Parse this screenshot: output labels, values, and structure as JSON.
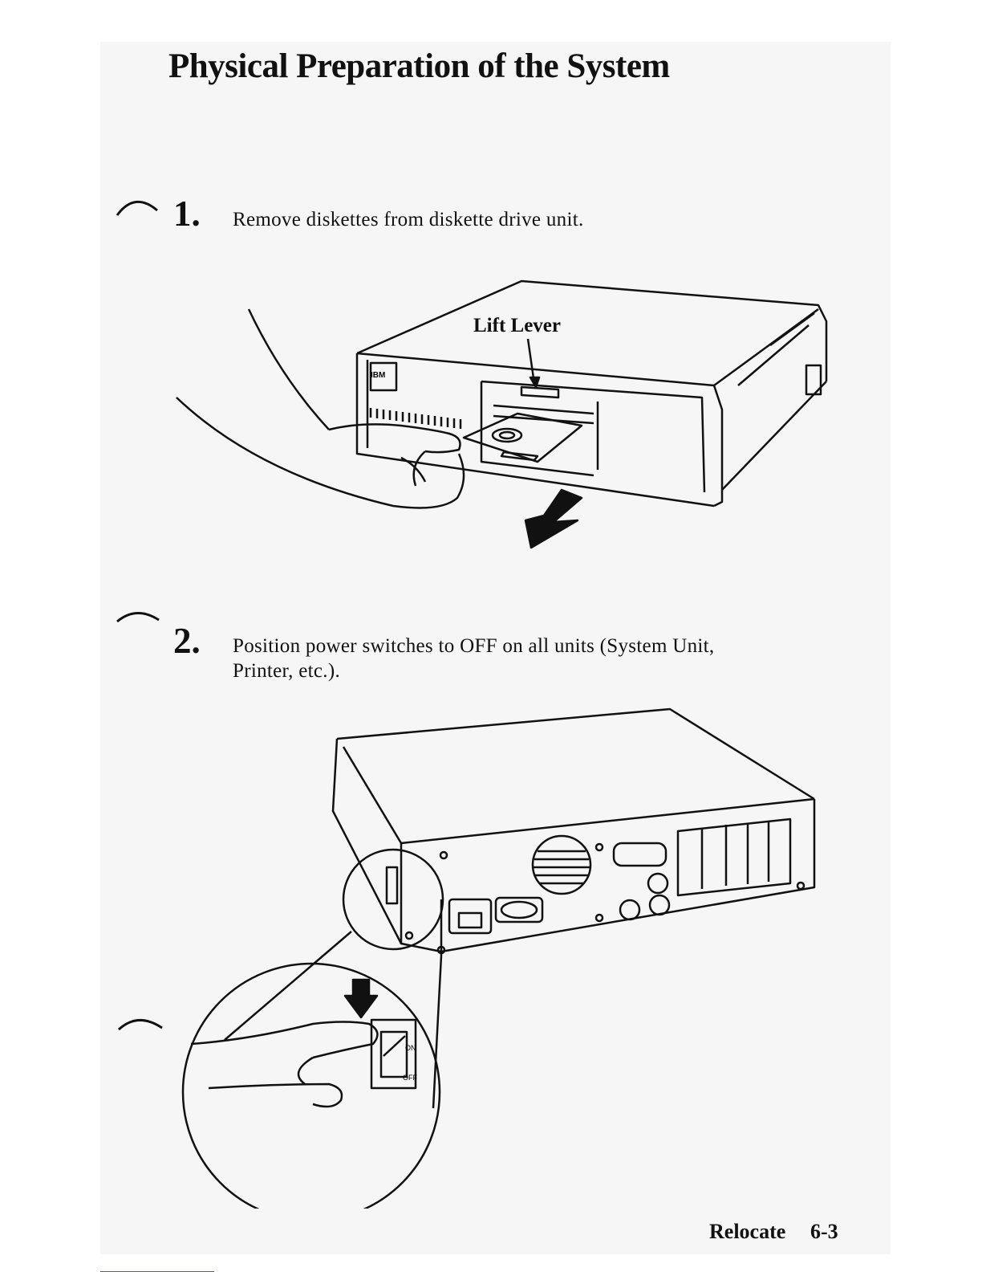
{
  "page": {
    "title": "Physical Preparation of the System",
    "footer": {
      "section": "Relocate",
      "page_number": "6-3"
    }
  },
  "steps": [
    {
      "number": "1.",
      "text": "Remove diskettes from diskette drive unit."
    },
    {
      "number": "2.",
      "text_line1": "Position power switches to OFF on all units (System Unit,",
      "text_line2": "Printer, etc.)."
    }
  ],
  "figure1": {
    "callout": "Lift Lever",
    "logo": "IBM"
  },
  "figure2": {
    "switch_on": "ON",
    "switch_off": "OFF"
  }
}
